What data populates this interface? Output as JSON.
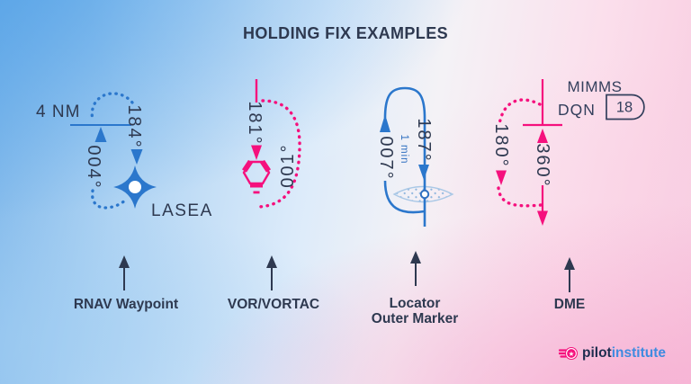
{
  "title": "HOLDING FIX EXAMPLES",
  "colors": {
    "blue": "#2b77cc",
    "pink": "#f5107d",
    "navy": "#2e3950",
    "light_blue": "#a9c7e6",
    "logo_blue": "#3e8be0"
  },
  "examples": [
    {
      "name": "RNAV Waypoint",
      "fix_name": "LASEA",
      "leg_length": "4 NM",
      "inbound_course": "184°",
      "outbound_course": "004°",
      "symbol": "rnav-waypoint-star"
    },
    {
      "name": "VOR/VORTAC",
      "inbound_course": "181°",
      "outbound_course": "001°",
      "symbol": "vortac-hexagon"
    },
    {
      "name": "Locator Outer Marker",
      "name_line1": "Locator",
      "name_line2": "Outer Marker",
      "inbound_course": "187°",
      "outbound_course": "007°",
      "leg_time": "1 min",
      "symbol": "outer-marker-lens"
    },
    {
      "name": "DME",
      "fix_name": "MIMMS",
      "station_id": "DQN",
      "dme_distance": "18",
      "inbound_course": "360°",
      "outbound_course": "180°",
      "symbol": "dme-fix-box"
    }
  ],
  "logo": {
    "word1": "pilot",
    "word2": "institute",
    "icon": "winged-shield-star"
  }
}
